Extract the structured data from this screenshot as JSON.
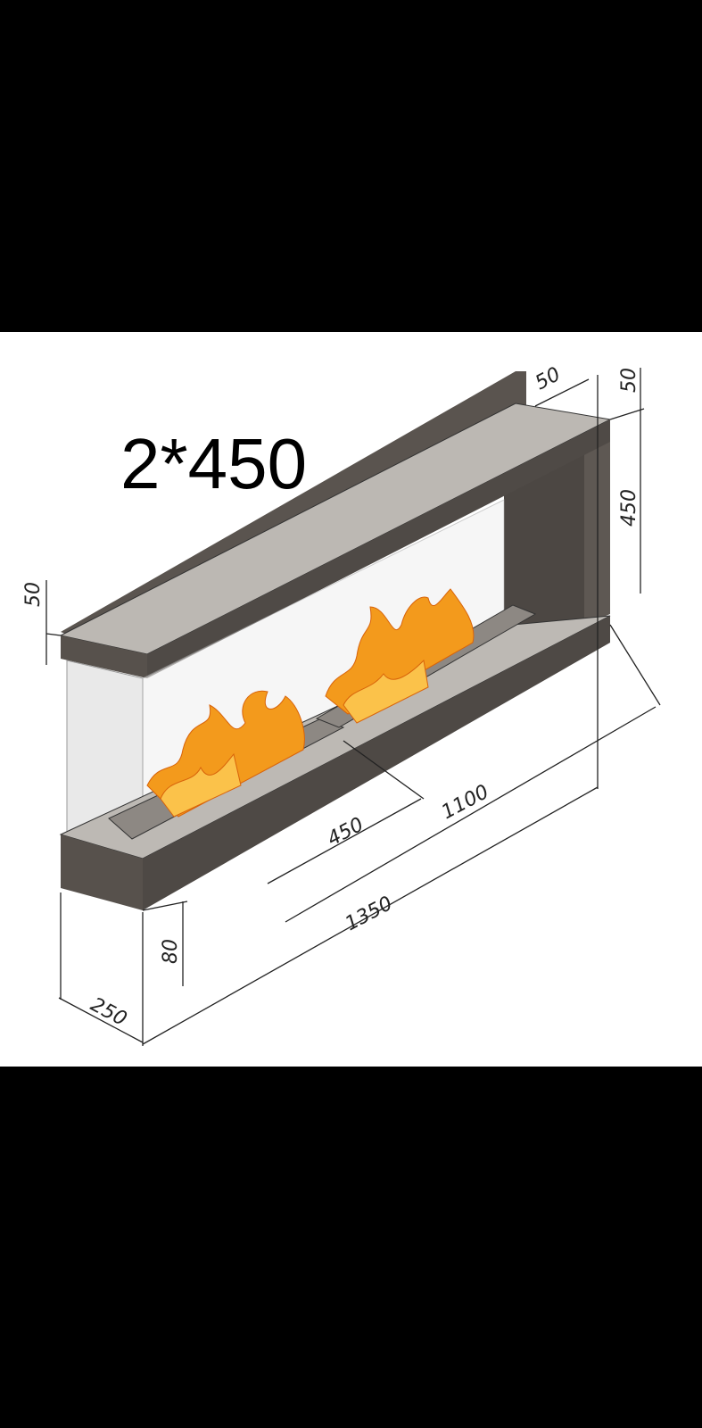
{
  "image": {
    "title": "2*450",
    "dimensions": {
      "top_depth": "50",
      "top_thickness_right": "50",
      "opening_height": "450",
      "top_thickness_left": "50",
      "inner_length": "1100",
      "burner_length": "450",
      "overall_length": "1350",
      "base_height": "80",
      "depth": "250"
    },
    "colors": {
      "background": "#000000",
      "paper": "#ffffff",
      "steel_dark": "#57514c",
      "steel_light": "#bcb8b3",
      "flame": "#f39a1c"
    }
  }
}
